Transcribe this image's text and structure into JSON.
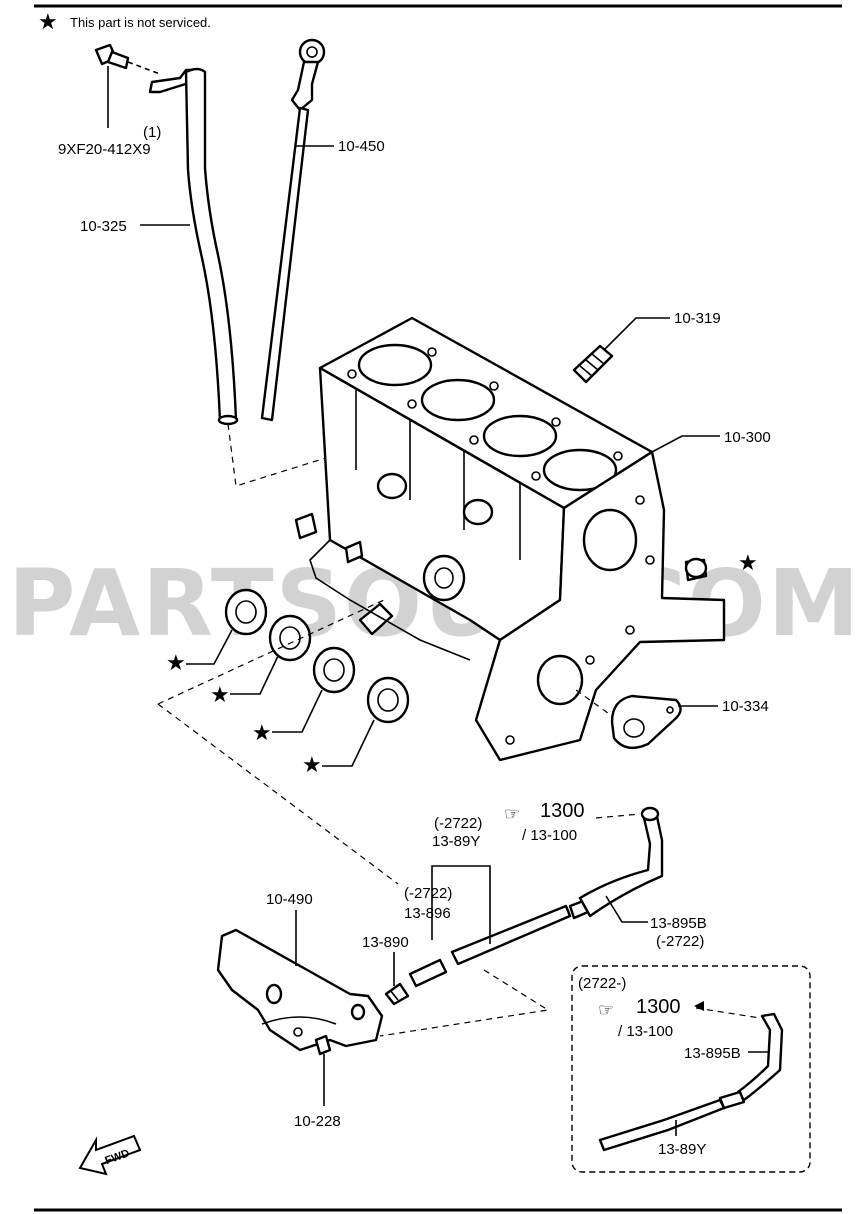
{
  "legend": {
    "symbol": "★",
    "text": "This part is not serviced."
  },
  "watermark": "PARTSOUQ.COM",
  "parts": {
    "bolt": {
      "qty": "(1)",
      "code": "9XF20-412X9"
    },
    "dipstick": "10-450",
    "dipstick_tube": "10-325",
    "stud": "10-319",
    "cylinder_block": "10-300",
    "cover_plate": "10-334",
    "bracket": "10-490",
    "bracket_bolt": "10-228",
    "fitting": "13-890",
    "hose_short": {
      "range": "(-2722)",
      "code": "13-896"
    },
    "hose_pipe": {
      "range": "(-2722)",
      "code": "13-89Y"
    },
    "pipe_end": {
      "code": "13-895B",
      "range": "(-2722)"
    },
    "main_ref": {
      "ref": "1300",
      "sub": "/ 13-100"
    }
  },
  "inset": {
    "range": "(2722-)",
    "ref": "1300",
    "sub": "/ 13-100",
    "pipe_end": "13-895B",
    "pipe": "13-89Y"
  },
  "fwd_label": "FWD",
  "icons": [
    "star-icon",
    "hand-pointer-icon",
    "fwd-arrow-icon"
  ]
}
